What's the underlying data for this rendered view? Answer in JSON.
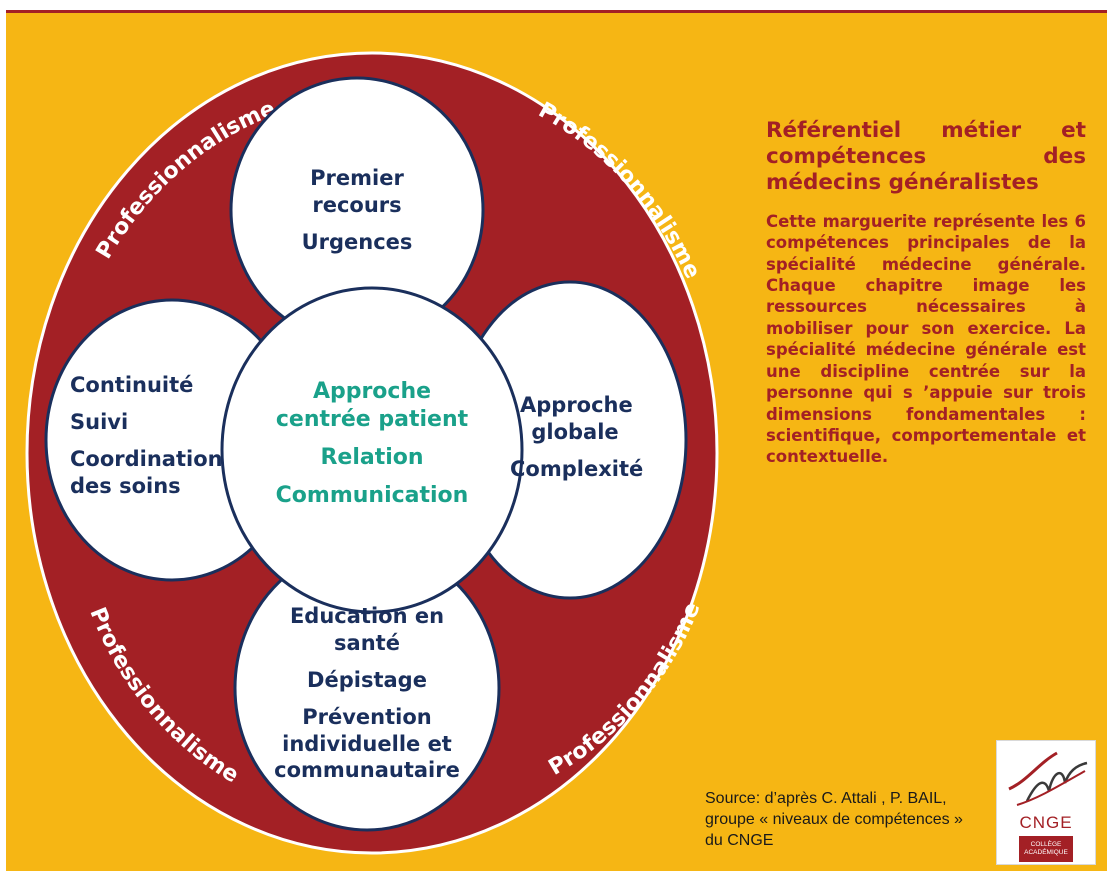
{
  "diagram": {
    "ring_label": "Professionnalisme",
    "petals": {
      "top": [
        "Premier recours",
        "Urgences"
      ],
      "left": [
        "Continuité",
        "Suivi",
        "Coordination des soins"
      ],
      "right": [
        "Approche globale",
        "Complexité"
      ],
      "bottom": [
        "Education en santé",
        "Dépistage",
        "Prévention individuelle et communautaire"
      ],
      "center": [
        "Approche centrée patient",
        "Relation",
        "Communication"
      ]
    }
  },
  "info": {
    "title": "Référentiel métier et compétences des médecins généralistes",
    "body": "Cette marguerite représente les 6 compétences principales de la spécialité médecine générale. Chaque chapitre image les ressources nécessaires à mobiliser pour son exercice. La spécialité médecine générale est une discipline centrée sur la personne qui s ’appuie sur trois dimensions fondamentales : scientifique, comportementale et contextuelle."
  },
  "source": {
    "line1": "Source: d’après C. Attali , P. BAIL,",
    "line2": "groupe « niveaux de compétences »",
    "line3": "du CNGE"
  },
  "logo": {
    "name": "CNGE",
    "sub1": "COLLÈGE",
    "sub2": "ACADÉMIQUE"
  },
  "colors": {
    "background": "#f6b614",
    "ring": "#a32025",
    "petal_text": "#1a2f5c",
    "center_text": "#1aa18a",
    "info_text": "#a32025"
  }
}
